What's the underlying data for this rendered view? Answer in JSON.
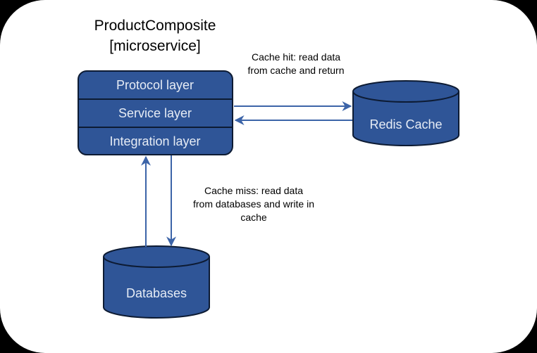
{
  "title": {
    "line1": "ProductComposite",
    "line2": "[microservice]"
  },
  "microservice_layers": [
    "Protocol layer",
    "Service layer",
    "Integration layer"
  ],
  "redis_cache": {
    "label": "Redis Cache"
  },
  "databases": {
    "label": "Databases"
  },
  "annotations": {
    "cache_hit": {
      "line1": "Cache hit: read data",
      "line2": "from cache and return"
    },
    "cache_miss": {
      "line1": "Cache miss: read data",
      "line2": "from databases and write in",
      "line3": "cache"
    }
  },
  "colors": {
    "node_fill": "#2f5597",
    "node_stroke": "#0d1b33",
    "arrow": "#3c64a8",
    "page_background": "#ffffff",
    "outer_background": "#000000"
  }
}
